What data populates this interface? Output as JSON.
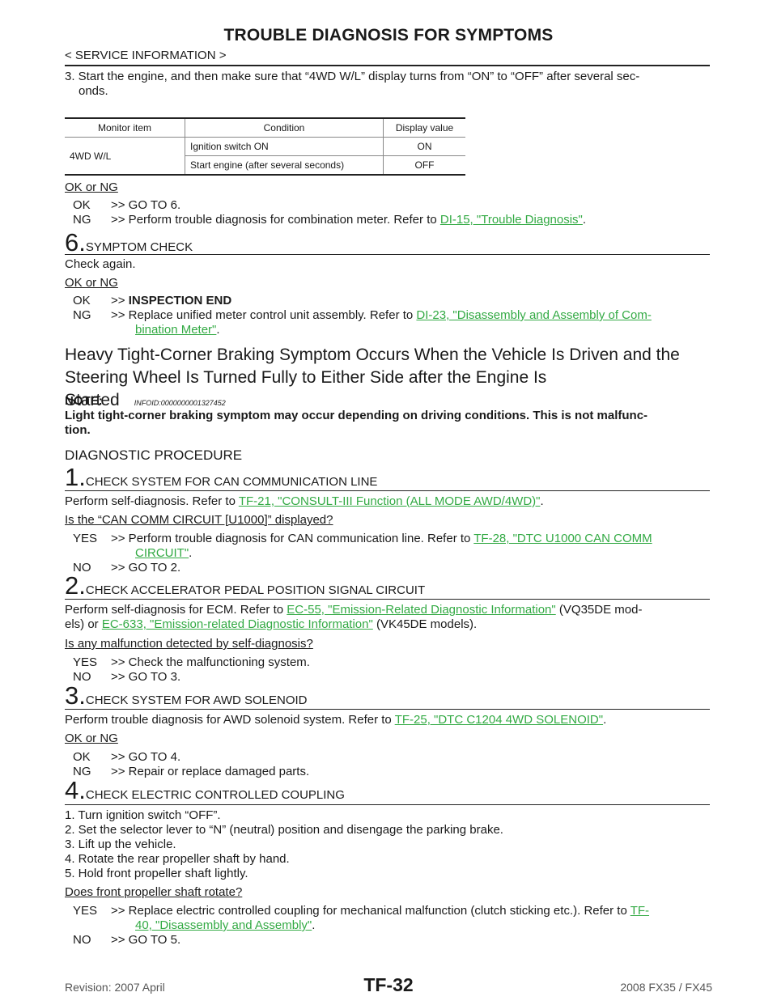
{
  "header": {
    "title": "TROUBLE DIAGNOSIS FOR SYMPTOMS",
    "section": "< SERVICE INFORMATION >"
  },
  "step3_intro": {
    "line1": "3. Start the engine, and then make sure that “4WD W/L” display turns from “ON” to “OFF” after several sec-",
    "line2": "onds."
  },
  "monitor_table": {
    "headers": [
      "Monitor item",
      "Condition",
      "Display value"
    ],
    "item": "4WD W/L",
    "rows": [
      {
        "condition": "Ignition switch ON",
        "value": "ON"
      },
      {
        "condition": "Start engine (after several seconds)",
        "value": "OFF"
      }
    ]
  },
  "ok_ng_1": {
    "label": "OK or NG",
    "ok": {
      "key": "OK",
      "text": ">> GO TO 6."
    },
    "ng": {
      "key": "NG",
      "text": ">> Perform trouble diagnosis for combination meter. Refer to ",
      "link": "DI-15, \"Trouble Diagnosis\"",
      "tail": "."
    }
  },
  "step6": {
    "num": "6.",
    "title": "SYMPTOM CHECK",
    "body": "Check again.",
    "label": "OK or NG",
    "ok": {
      "key": "OK",
      "arrow": ">>",
      "text": "INSPECTION END"
    },
    "ng": {
      "key": "NG",
      "text": ">> Replace unified meter control unit assembly. Refer to ",
      "link1": "DI-23, \"Disassembly and Assembly of Com-",
      "link2": "bination Meter\"",
      "tail": "."
    }
  },
  "section": {
    "heading1": "Heavy Tight-Corner Braking Symptom Occurs When the Vehicle Is Driven and the",
    "heading2": "Steering Wheel Is Turned Fully to Either Side after the Engine Is Started",
    "infoid": "INFOID:0000000001327452",
    "note_label": "NOTE:",
    "note1": "Light tight-corner braking symptom may occur depending on driving conditions. This is not malfunc-",
    "note2": "tion.",
    "proc": "DIAGNOSTIC PROCEDURE"
  },
  "s1": {
    "num": "1.",
    "title": "CHECK SYSTEM FOR CAN COMMUNICATION LINE",
    "body": "Perform self-diagnosis. Refer to ",
    "link": "TF-21, \"CONSULT-III Function (ALL MODE AWD/4WD)\"",
    "tail": ".",
    "question": "Is the “CAN COMM CIRCUIT [U1000]” displayed?",
    "yes": {
      "key": "YES",
      "text": ">> Perform trouble diagnosis for CAN communication line. Refer to ",
      "link1": "TF-28, \"DTC U1000 CAN COMM",
      "link2": "CIRCUIT\"",
      "tail": "."
    },
    "no": {
      "key": "NO",
      "text": ">> GO TO 2."
    }
  },
  "s2": {
    "num": "2.",
    "title": "CHECK ACCELERATOR PEDAL POSITION SIGNAL CIRCUIT",
    "body1": "Perform self-diagnosis for ECM. Refer to ",
    "link1": "EC-55, \"Emission-Related Diagnostic Information\"",
    "mid": " (VQ35DE mod-",
    "body2": "els) or ",
    "link2": "EC-633, \"Emission-related Diagnostic Information\"",
    "tail": " (VK45DE models).",
    "question": "Is any malfunction detected by self-diagnosis?",
    "yes": {
      "key": "YES",
      "text": ">> Check the malfunctioning system."
    },
    "no": {
      "key": "NO",
      "text": ">> GO TO 3."
    }
  },
  "s3": {
    "num": "3.",
    "title": "CHECK SYSTEM FOR AWD SOLENOID",
    "body": "Perform trouble diagnosis for AWD solenoid system. Refer to ",
    "link": "TF-25, \"DTC C1204 4WD SOLENOID\"",
    "tail": ".",
    "label": "OK or NG",
    "ok": {
      "key": "OK",
      "text": ">> GO TO 4."
    },
    "ng": {
      "key": "NG",
      "text": ">> Repair or replace damaged parts."
    }
  },
  "s4": {
    "num": "4.",
    "title": "CHECK ELECTRIC CONTROLLED COUPLING",
    "items": [
      "1. Turn ignition switch “OFF”.",
      "2. Set the selector lever to “N” (neutral) position and disengage the parking brake.",
      "3. Lift up the vehicle.",
      "4. Rotate the rear propeller shaft by hand.",
      "5. Hold front propeller shaft lightly."
    ],
    "question": "Does front propeller shaft rotate?",
    "yes": {
      "key": "YES",
      "text": ">> Replace electric controlled coupling for mechanical malfunction (clutch sticking etc.). Refer to ",
      "link1": "TF-",
      "link2": "40, \"Disassembly and Assembly\"",
      "tail": "."
    },
    "no": {
      "key": "NO",
      "text": ">> GO TO 5."
    }
  },
  "footer": {
    "revision": "Revision: 2007 April",
    "page": "TF-32",
    "model": "2008 FX35 / FX45"
  }
}
